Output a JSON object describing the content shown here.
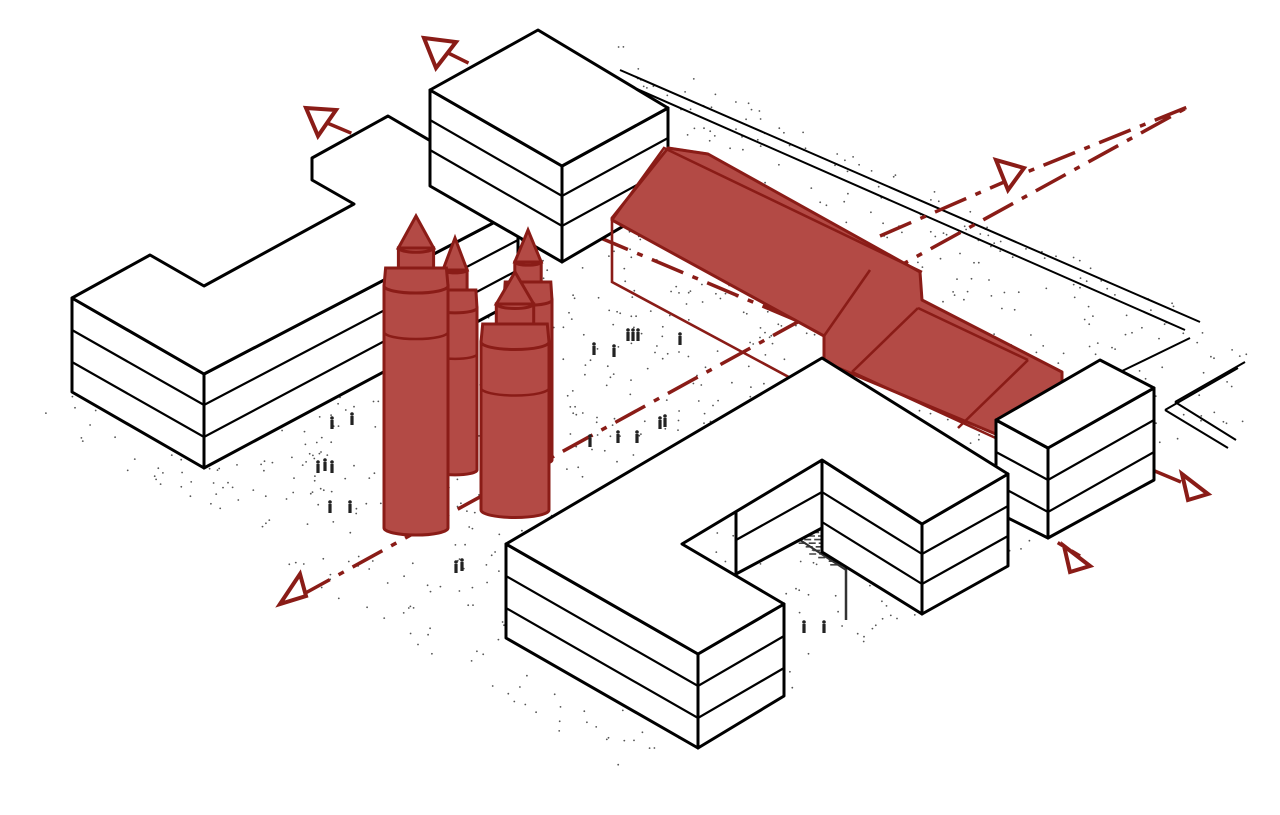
{
  "colors": {
    "existing_building_fill": "#b34a45",
    "existing_building_stroke": "#8a1c17",
    "axis_arrow": "#8a1c17",
    "new_building_fill": "#ffffff",
    "outline": "#000000",
    "ground_stipple": "#555555"
  },
  "legend": [],
  "elements": {
    "buildings_new": [
      "h-shaped-block-west",
      "block-north",
      "u-shaped-block-south",
      "block-east"
    ],
    "buildings_existing": [
      "towers-cluster",
      "gabled-hall"
    ],
    "axes": [
      "axis-north-south-diagonal",
      "axis-west-east",
      "axis-east-spur"
    ],
    "landscape": [
      "tree",
      "pedestrian-figures",
      "stippled-ground",
      "road"
    ]
  }
}
